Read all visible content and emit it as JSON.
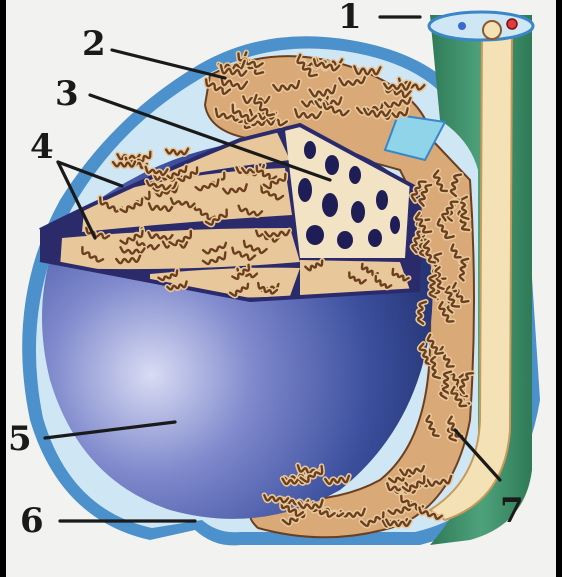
{
  "figure": {
    "background": "#f2f2f0",
    "labels": [
      "1",
      "2",
      "3",
      "4",
      "5",
      "6",
      "7"
    ]
  },
  "colors": {
    "tunica_outer": "#3a86c8",
    "tunica_inner": "#cfe6f5",
    "testis_body": "#3b4f9e",
    "testis_highlight": "#c7cdf0",
    "septa": "#2b2a6b",
    "seminiferous_tubules": "#e8c89b",
    "tubule_outline": "#6b3f1e",
    "duct_green": "#3f8f6a",
    "vas_deferens": "#f4e2b6",
    "rete_dark": "#1f1d55"
  }
}
